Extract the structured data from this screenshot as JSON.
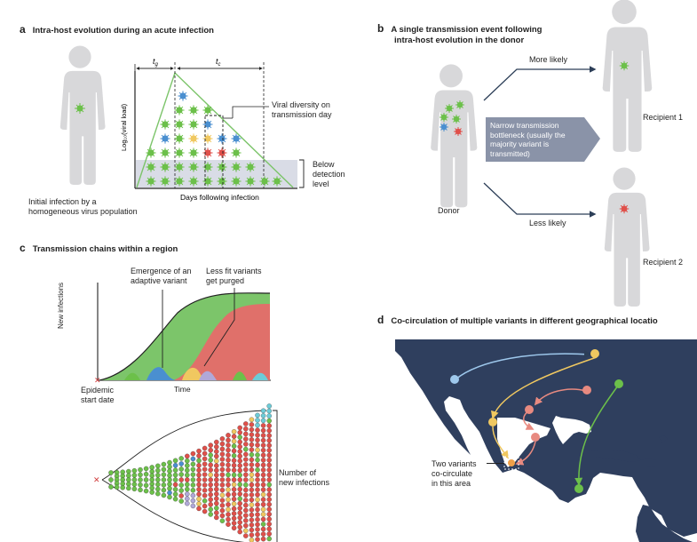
{
  "panel_a": {
    "letter": "a",
    "title": "Intra-host evolution during an acute infection",
    "host_caption": [
      "Initial infection by a",
      "homogeneous virus population"
    ],
    "tg_label": "t",
    "tg_sub": "g",
    "tc_label": "t",
    "tc_sub": "c",
    "ylabel": "Log₁₀(viral load)",
    "xlabel": "Days following infection",
    "diversity_note": [
      "Viral diversity on",
      "transmission day"
    ],
    "detection_note": [
      "Below",
      "detection",
      "level"
    ]
  },
  "panel_b": {
    "letter": "b",
    "title": [
      "A single transmission event following",
      "intra-host evolution in the donor"
    ],
    "more_likely": "More likely",
    "less_likely": "Less likely",
    "bottleneck_text": [
      "Narrow transmission",
      "bottleneck (usually the",
      "majority variant is",
      "transmitted)"
    ],
    "donor": "Donor",
    "recipient1": "Recipient 1",
    "recipient2": "Recipient 2"
  },
  "panel_c": {
    "letter": "c",
    "title": "Transmission chains within a region",
    "emergence": [
      "Emergence of an",
      "adaptive variant"
    ],
    "purged": [
      "Less fit variants",
      "get purged"
    ],
    "ylabel": "New infections",
    "xlabel": "Time",
    "epidemic": [
      "Epidemic",
      "start date"
    ],
    "number_note": [
      "Number of",
      "new infections"
    ]
  },
  "panel_d": {
    "letter": "d",
    "title": "Co-circulation of multiple variants in different geographical locatio",
    "cocirc_note": [
      "Two variants",
      "co-circulate",
      "in this area"
    ]
  },
  "colors": {
    "green": "#6cc04a",
    "blue": "#4a8fd0",
    "yellow": "#f0c860",
    "red": "#e0504a",
    "cyan": "#6cccd8",
    "purple": "#b0a8d8",
    "silhouette": "#d8d8da",
    "map_land": "#2f3f5e",
    "dark_line": "#2c3e57"
  }
}
